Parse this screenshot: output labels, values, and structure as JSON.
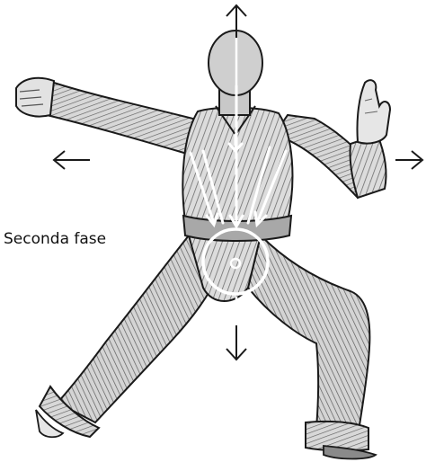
{
  "caption": "Seconda fase",
  "colors": {
    "ink": "#1a1a1a",
    "skin": "#cfcfcf",
    "garment": "#d8d8d8",
    "garment_shadow": "#9a9a9a",
    "overlay": "#ffffff",
    "background": "#ffffff"
  },
  "figure": {
    "subject": "martial-artist-stance-illustration"
  },
  "overlay": {
    "arrows": [
      "up-arrow",
      "down-arrow",
      "left-arrow",
      "right-arrow"
    ],
    "energy_lines": "converging-arrows-to-center",
    "center_marker": "circle-with-dot"
  }
}
